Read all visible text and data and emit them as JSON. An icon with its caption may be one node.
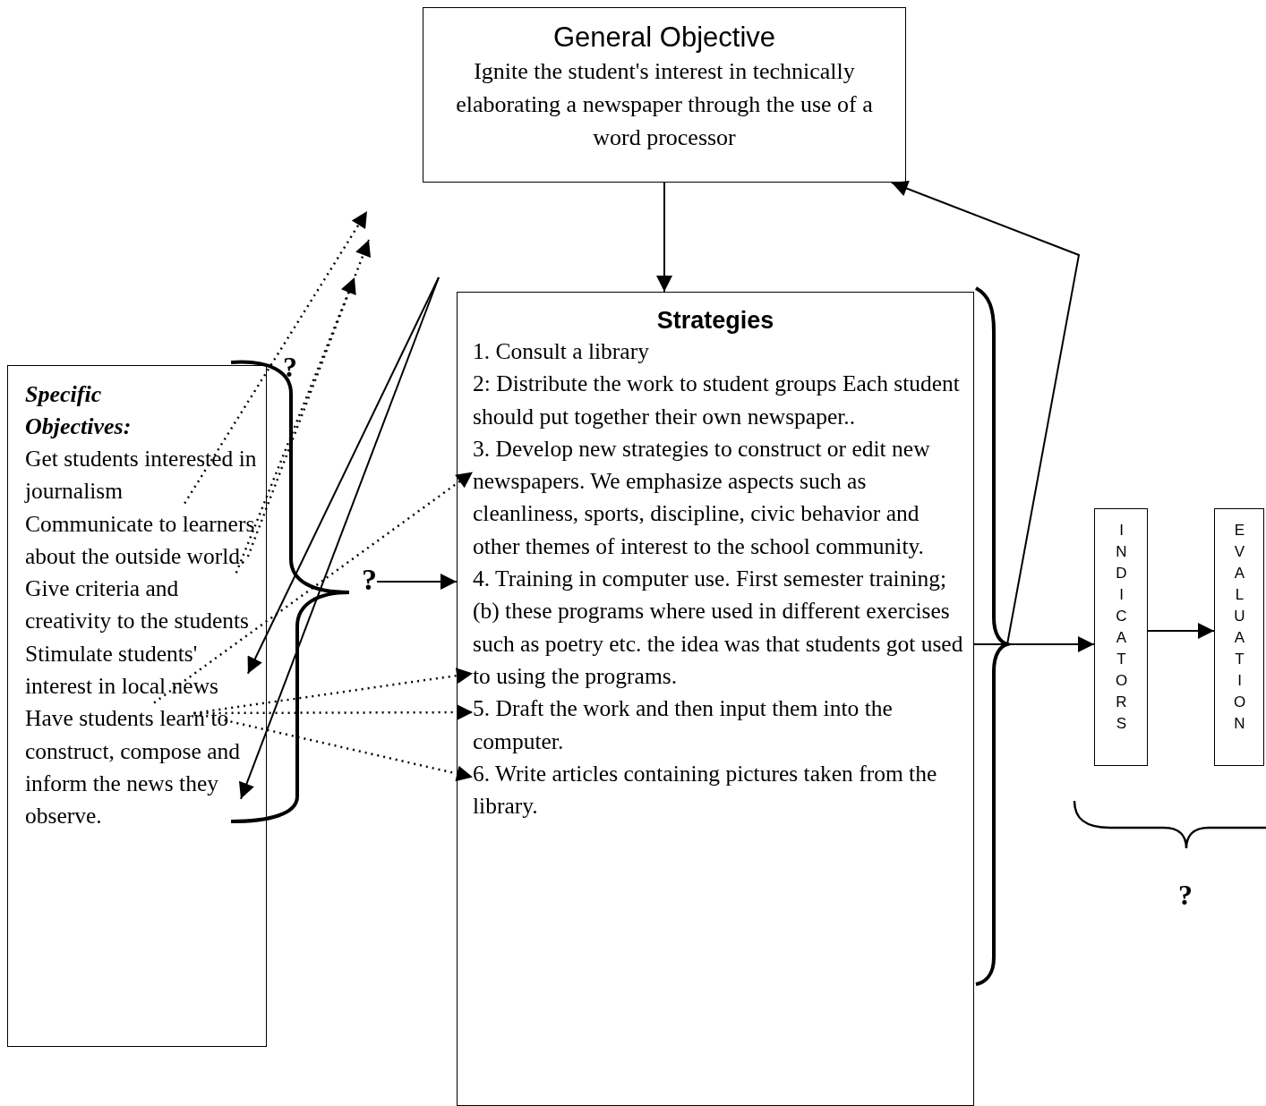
{
  "diagram": {
    "nodes": [
      {
        "text": [
          "General Objective",
          "Ignite the student's interest in technically elaborating a newspaper through the use of a word processor"
        ]
      },
      {
        "text": [
          "Specific Objectives:"
        ]
      },
      {
        "text": [
          "Get students interested in journalism"
        ],
        "in": 1
      },
      {
        "text": [
          "Communicate to learners about the outside world."
        ],
        "in": 1
      },
      {
        "text": [
          "Give criteria and creativity to the students"
        ],
        "in": 1
      },
      {
        "text": [
          "Stimulate students' interest in local news"
        ],
        "in": 1
      },
      {
        "text": [
          "Have students learn to construct, compose and inform the news they observe."
        ],
        "in": 1
      },
      {
        "text": [
          "Strategies"
        ]
      },
      {
        "text": [
          "1. Consult a library"
        ],
        "in": 7
      },
      {
        "text": [
          "2: Distribute the work to student groups Each student should put together their own newspaper.."
        ],
        "in": 7
      },
      {
        "text": [
          "3. Develop new strategies to construct or edit new newspapers. We emphasize aspects such as cleanliness, sports, discipline, civic behavior and other themes of interest to the school community."
        ],
        "in": 7
      },
      {
        "text": [
          "4. Training in computer use. First semester training; (b) these programs where used in different exercises such as poetry etc. the idea was that students got used to using the programs."
        ],
        "in": 7
      },
      {
        "text": [
          "5. Draft the work and then input them into the computer."
        ],
        "in": 7
      },
      {
        "text": [
          "6. Write articles containing pictures taken from the library."
        ],
        "in": 7
      },
      {
        "text": [
          "?"
        ]
      },
      {
        "text": [
          "INDICATORS"
        ]
      },
      {
        "text": [
          "EVALUATION"
        ]
      }
    ],
    "edges": [
      {
        "from": 0,
        "to": 7,
        "arrow": "to"
      },
      {
        "from": 14,
        "to": 7,
        "arrow": "to"
      },
      {
        "from": 7,
        "to": 15,
        "arrow": "to"
      },
      {
        "from": 7,
        "to": 0,
        "arrow": "to"
      },
      {
        "from": 15,
        "to": 16,
        "arrow": "to"
      },
      {
        "from": 2,
        "to": null,
        "arrow": "to",
        "style": "dashed"
      },
      {
        "from": 3,
        "to": null,
        "arrow": "to",
        "style": "dashed"
      },
      {
        "from": 4,
        "to": null,
        "arrow": "to",
        "style": "dashed"
      },
      {
        "from": null,
        "to": 5,
        "arrow": "to"
      },
      {
        "from": null,
        "to": 6,
        "arrow": "to"
      },
      {
        "from": 5,
        "to": 10,
        "arrow": "to",
        "style": "dashed"
      },
      {
        "from": 6,
        "to": 11,
        "arrow": "to",
        "style": "dashed"
      },
      {
        "from": 6,
        "to": 12,
        "arrow": "to",
        "style": "dashed"
      },
      {
        "from": 6,
        "to": 13,
        "arrow": "to",
        "style": "dashed"
      }
    ],
    "labels": [
      "?",
      "?"
    ]
  }
}
